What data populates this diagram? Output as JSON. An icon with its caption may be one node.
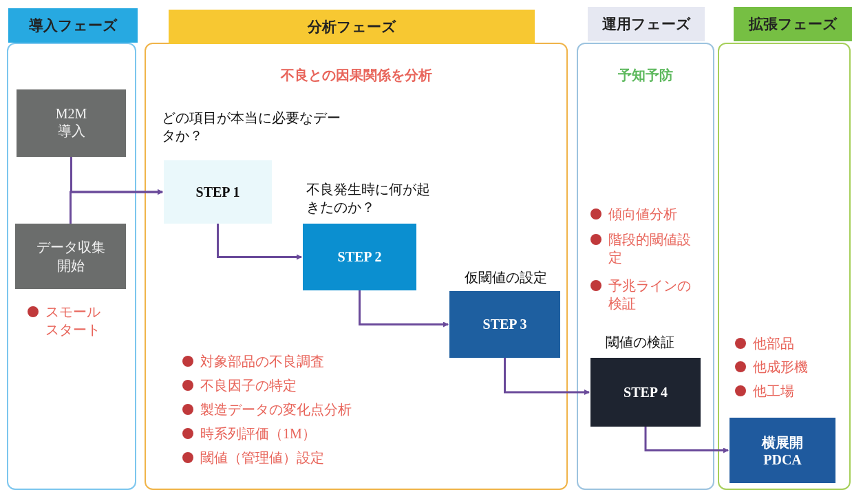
{
  "diagram": {
    "nodes": [
      {
        "text": [
          "導入フェーズ"
        ]
      },
      {
        "text": [
          "M2M 導入"
        ],
        "in": 0
      },
      {
        "text": [
          "データ収集開始"
        ],
        "in": 0
      },
      {
        "text": [
          "分析フェーズ",
          "不良との因果関係を分析"
        ]
      },
      {
        "text": [
          "STEP 1"
        ],
        "in": 3,
        "beside": [
          "どの項目が本当に必要なデータか？"
        ]
      },
      {
        "text": [
          "STEP 2"
        ],
        "in": 3,
        "beside": [
          "不良発生時に何が起きたのか？"
        ]
      },
      {
        "text": [
          "STEP 3"
        ],
        "in": 3,
        "beside": [
          "仮閾値の設定"
        ]
      },
      {
        "text": [
          "運用フェーズ",
          "予知予防"
        ]
      },
      {
        "text": [
          "STEP 4"
        ],
        "in": 7,
        "beside": [
          "閾値の検証"
        ]
      },
      {
        "text": [
          "拡張フェーズ"
        ]
      },
      {
        "text": [
          "横展開 PDCA"
        ],
        "in": 9
      }
    ],
    "edges": [
      {
        "from": 1,
        "to": 4,
        "arrow": "to"
      },
      {
        "from": 2,
        "to": 4,
        "arrow": "to"
      },
      {
        "from": 4,
        "to": 5,
        "arrow": "to"
      },
      {
        "from": 5,
        "to": 6,
        "arrow": "to"
      },
      {
        "from": 6,
        "to": 8,
        "arrow": "to"
      },
      {
        "from": 8,
        "to": 10,
        "arrow": "to"
      }
    ],
    "labels": [
      "スモールスタート",
      "対象部品の不良調査",
      "不良因子の特定",
      "製造データの変化点分析",
      "時系列評価（1M）",
      "閾値（管理値）設定",
      "傾向値分析",
      "階段的閾値設定",
      "予兆ラインの検証",
      "他部品",
      "他成形機",
      "他工場"
    ]
  }
}
